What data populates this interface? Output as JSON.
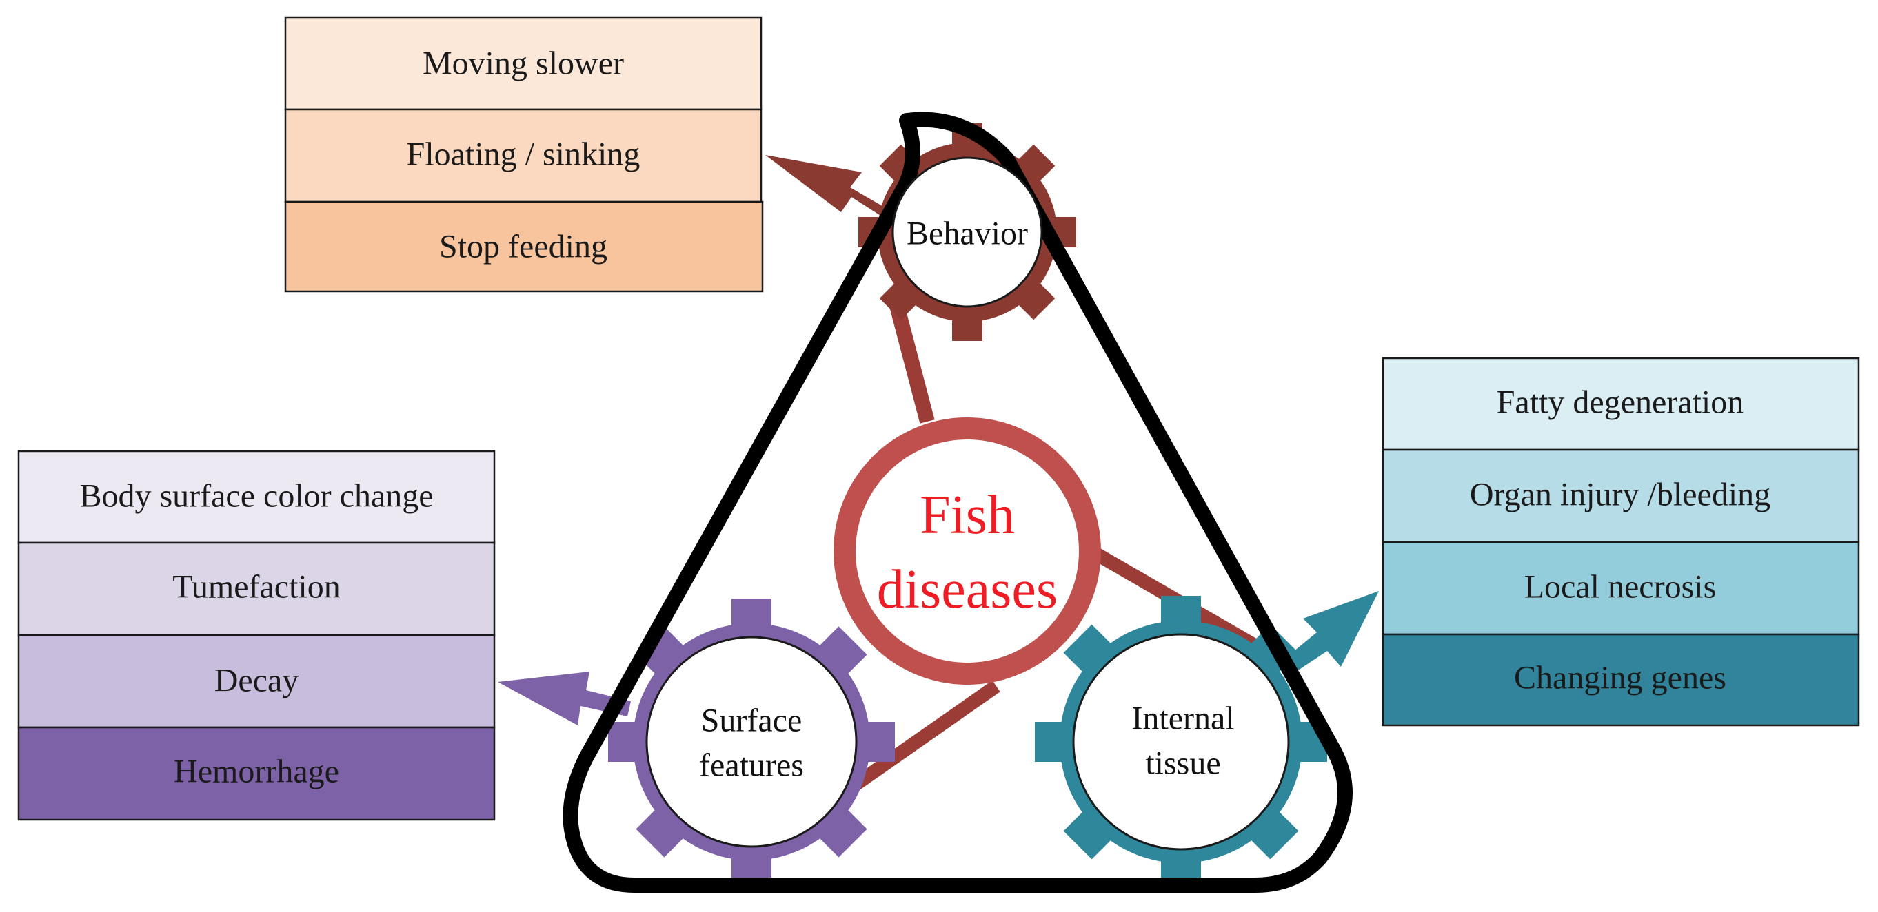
{
  "center": {
    "line1": "Fish",
    "line2": "diseases"
  },
  "gears": {
    "behavior": {
      "label": "Behavior"
    },
    "surface": {
      "line1": "Surface",
      "line2": "features"
    },
    "internal": {
      "line1": "Internal",
      "line2": "tissue"
    }
  },
  "behavior_box": {
    "items": [
      "Moving slower",
      "Floating / sinking",
      "Stop feeding"
    ]
  },
  "surface_box": {
    "items": [
      "Body surface color change",
      "Tumefaction",
      "Decay",
      "Hemorrhage"
    ]
  },
  "internal_box": {
    "items": [
      "Fatty degeneration",
      "Organ injury /bleeding",
      "Local necrosis",
      "Changing genes"
    ]
  },
  "colors": {
    "behavior_gear": "#8b3a32",
    "surface_gear": "#7d62a8",
    "internal_gear": "#2e879b",
    "center_ring": "#c0504d",
    "center_text": "#ee1c25",
    "triangle": "#000000",
    "connector": "#9b3d36"
  }
}
